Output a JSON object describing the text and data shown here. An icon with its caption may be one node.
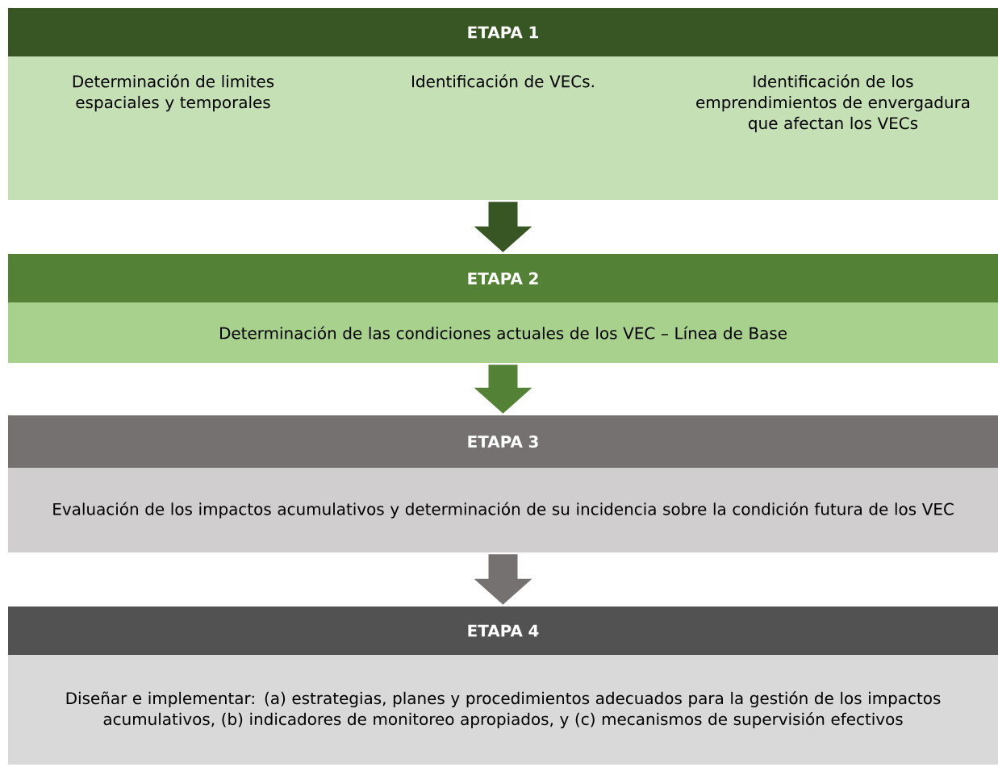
{
  "diagram": {
    "nodes": [
      {
        "text": [
          "ETAPA 1"
        ]
      },
      {
        "text": [
          "Determinación de limites espaciales y temporales",
          "Identificación de VECs.",
          "Identificación de los emprendimientos de envergadura que afectan los VECs"
        ]
      },
      {
        "text": [
          "ETAPA 2"
        ]
      },
      {
        "text": [
          "Determinación de las condiciones actuales de los VEC – Línea de Base"
        ]
      },
      {
        "text": [
          "ETAPA 3"
        ]
      },
      {
        "text": [
          "Evaluación de los impactos acumulativos y determinación de su incidencia sobre la condición futura de los VEC"
        ]
      },
      {
        "text": [
          "ETAPA 4"
        ]
      },
      {
        "text": [
          "Diseñar e implementar: (a) estrategias, planes y procedimientos adecuados para la gestión de los impactos acumulativos, (b) indicadores de monitoreo apropiados, y (c) mecanismos de supervisión efectivos"
        ]
      }
    ],
    "edges": [
      {
        "from": 1,
        "to": 2,
        "arrow": "to",
        "color": "#375623"
      },
      {
        "from": 3,
        "to": 4,
        "arrow": "to",
        "color": "#538135"
      },
      {
        "from": 5,
        "to": 6,
        "arrow": "to",
        "color": "#767171"
      }
    ]
  }
}
